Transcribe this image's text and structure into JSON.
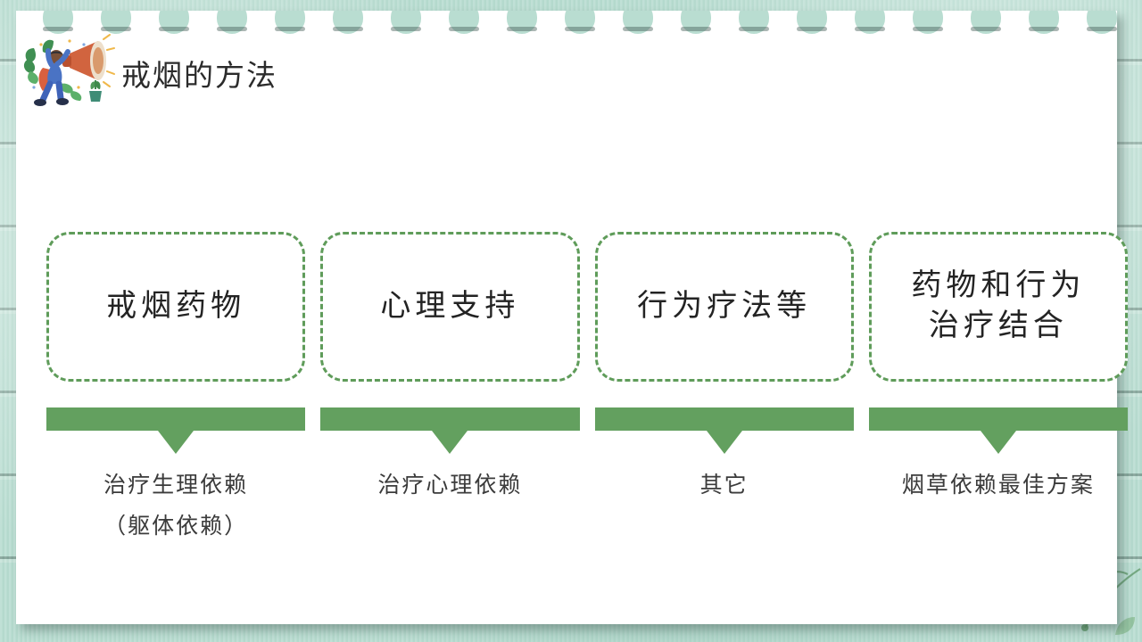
{
  "slide": {
    "title": "戒烟的方法",
    "title_icon": "megaphone-person-illustration",
    "background_decoration_icon": "plant-sprig-icon",
    "colors": {
      "background_mint": "#b9ddd1",
      "card_white": "#ffffff",
      "accent_green": "#63a05f",
      "dashed_border_green": "#5f9c5a",
      "title_text": "#2b2b2b",
      "body_text": "#3b3b3b"
    }
  },
  "columns": [
    {
      "box_text": "戒烟药物",
      "caption": "治疗生理依赖\n（躯体依赖）"
    },
    {
      "box_text": "心理支持",
      "caption": "治疗心理依赖"
    },
    {
      "box_text": "行为疗法等",
      "caption": "其它"
    },
    {
      "box_text": "药物和行为\n治疗结合",
      "caption": "烟草依赖最佳方案"
    }
  ]
}
